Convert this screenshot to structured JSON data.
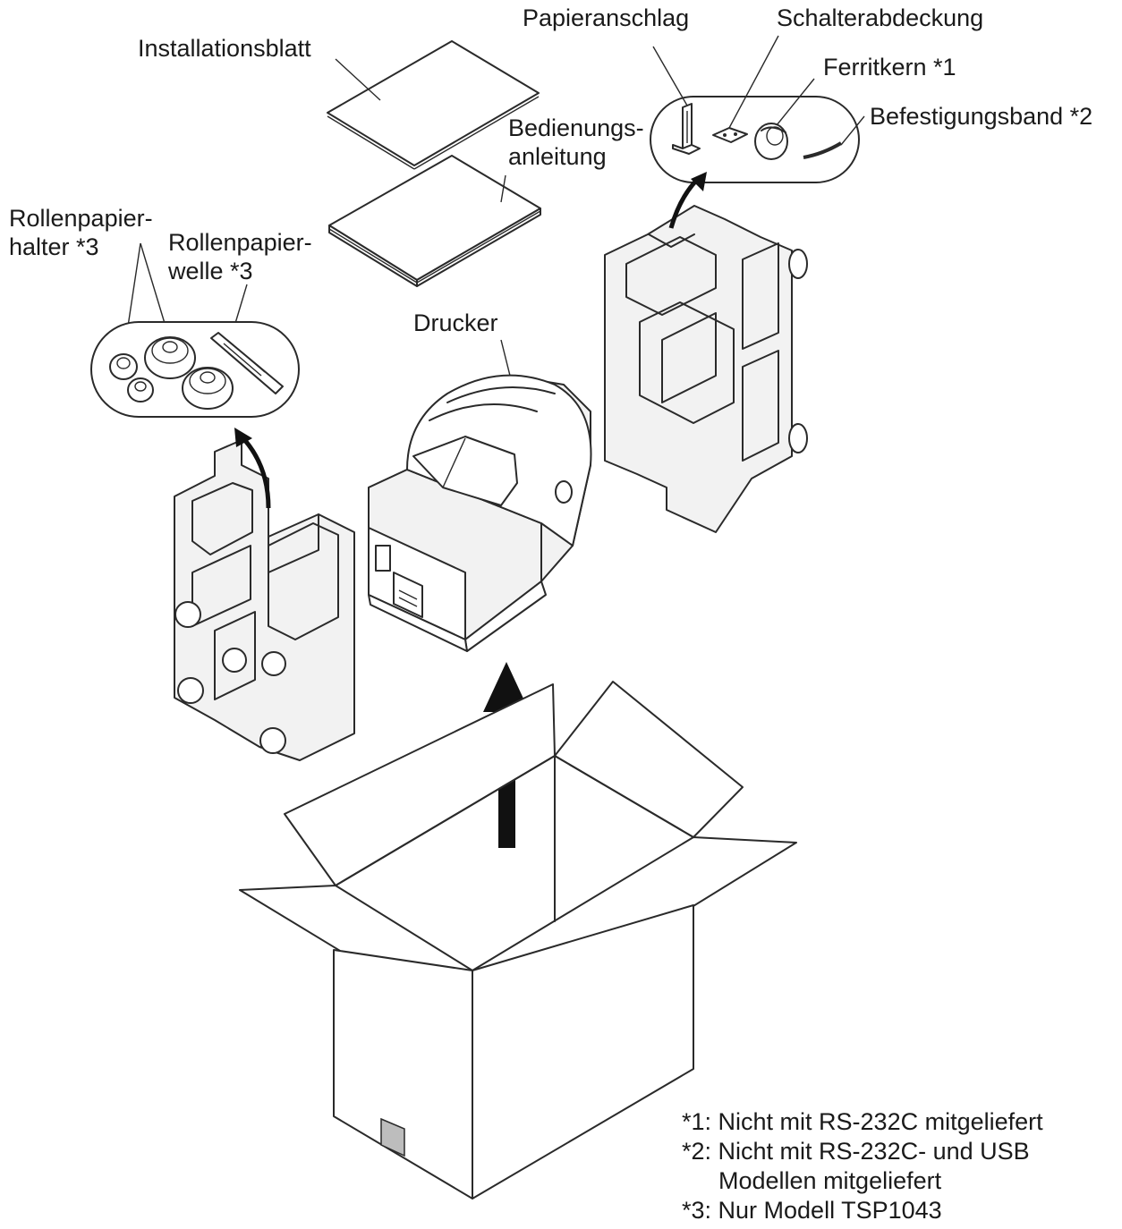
{
  "labels": {
    "installationsblatt": "Installationsblatt",
    "papieranschlag": "Papieranschlag",
    "schalterabdeckung": "Schalterabdeckung",
    "ferritkern": "Ferritkern *1",
    "befestigungsband": "Befestigungsband *2",
    "bedienungsanleitung_1": "Bedienungs-",
    "bedienungsanleitung_2": "anleitung",
    "rollenpapierhalter_1": "Rollenpapier-",
    "rollenpapierhalter_2": "halter *3",
    "rollenpapierwelle_1": "Rollenpapier-",
    "rollenpapierwelle_2": "welle *3",
    "drucker": "Drucker"
  },
  "notes": {
    "n1": "*1: Nicht mit RS-232C mitgeliefert",
    "n2a": "*2: Nicht mit RS-232C- und USB",
    "n2b": "Modellen mitgeliefert",
    "n3": "*3: Nur Modell TSP1043"
  }
}
